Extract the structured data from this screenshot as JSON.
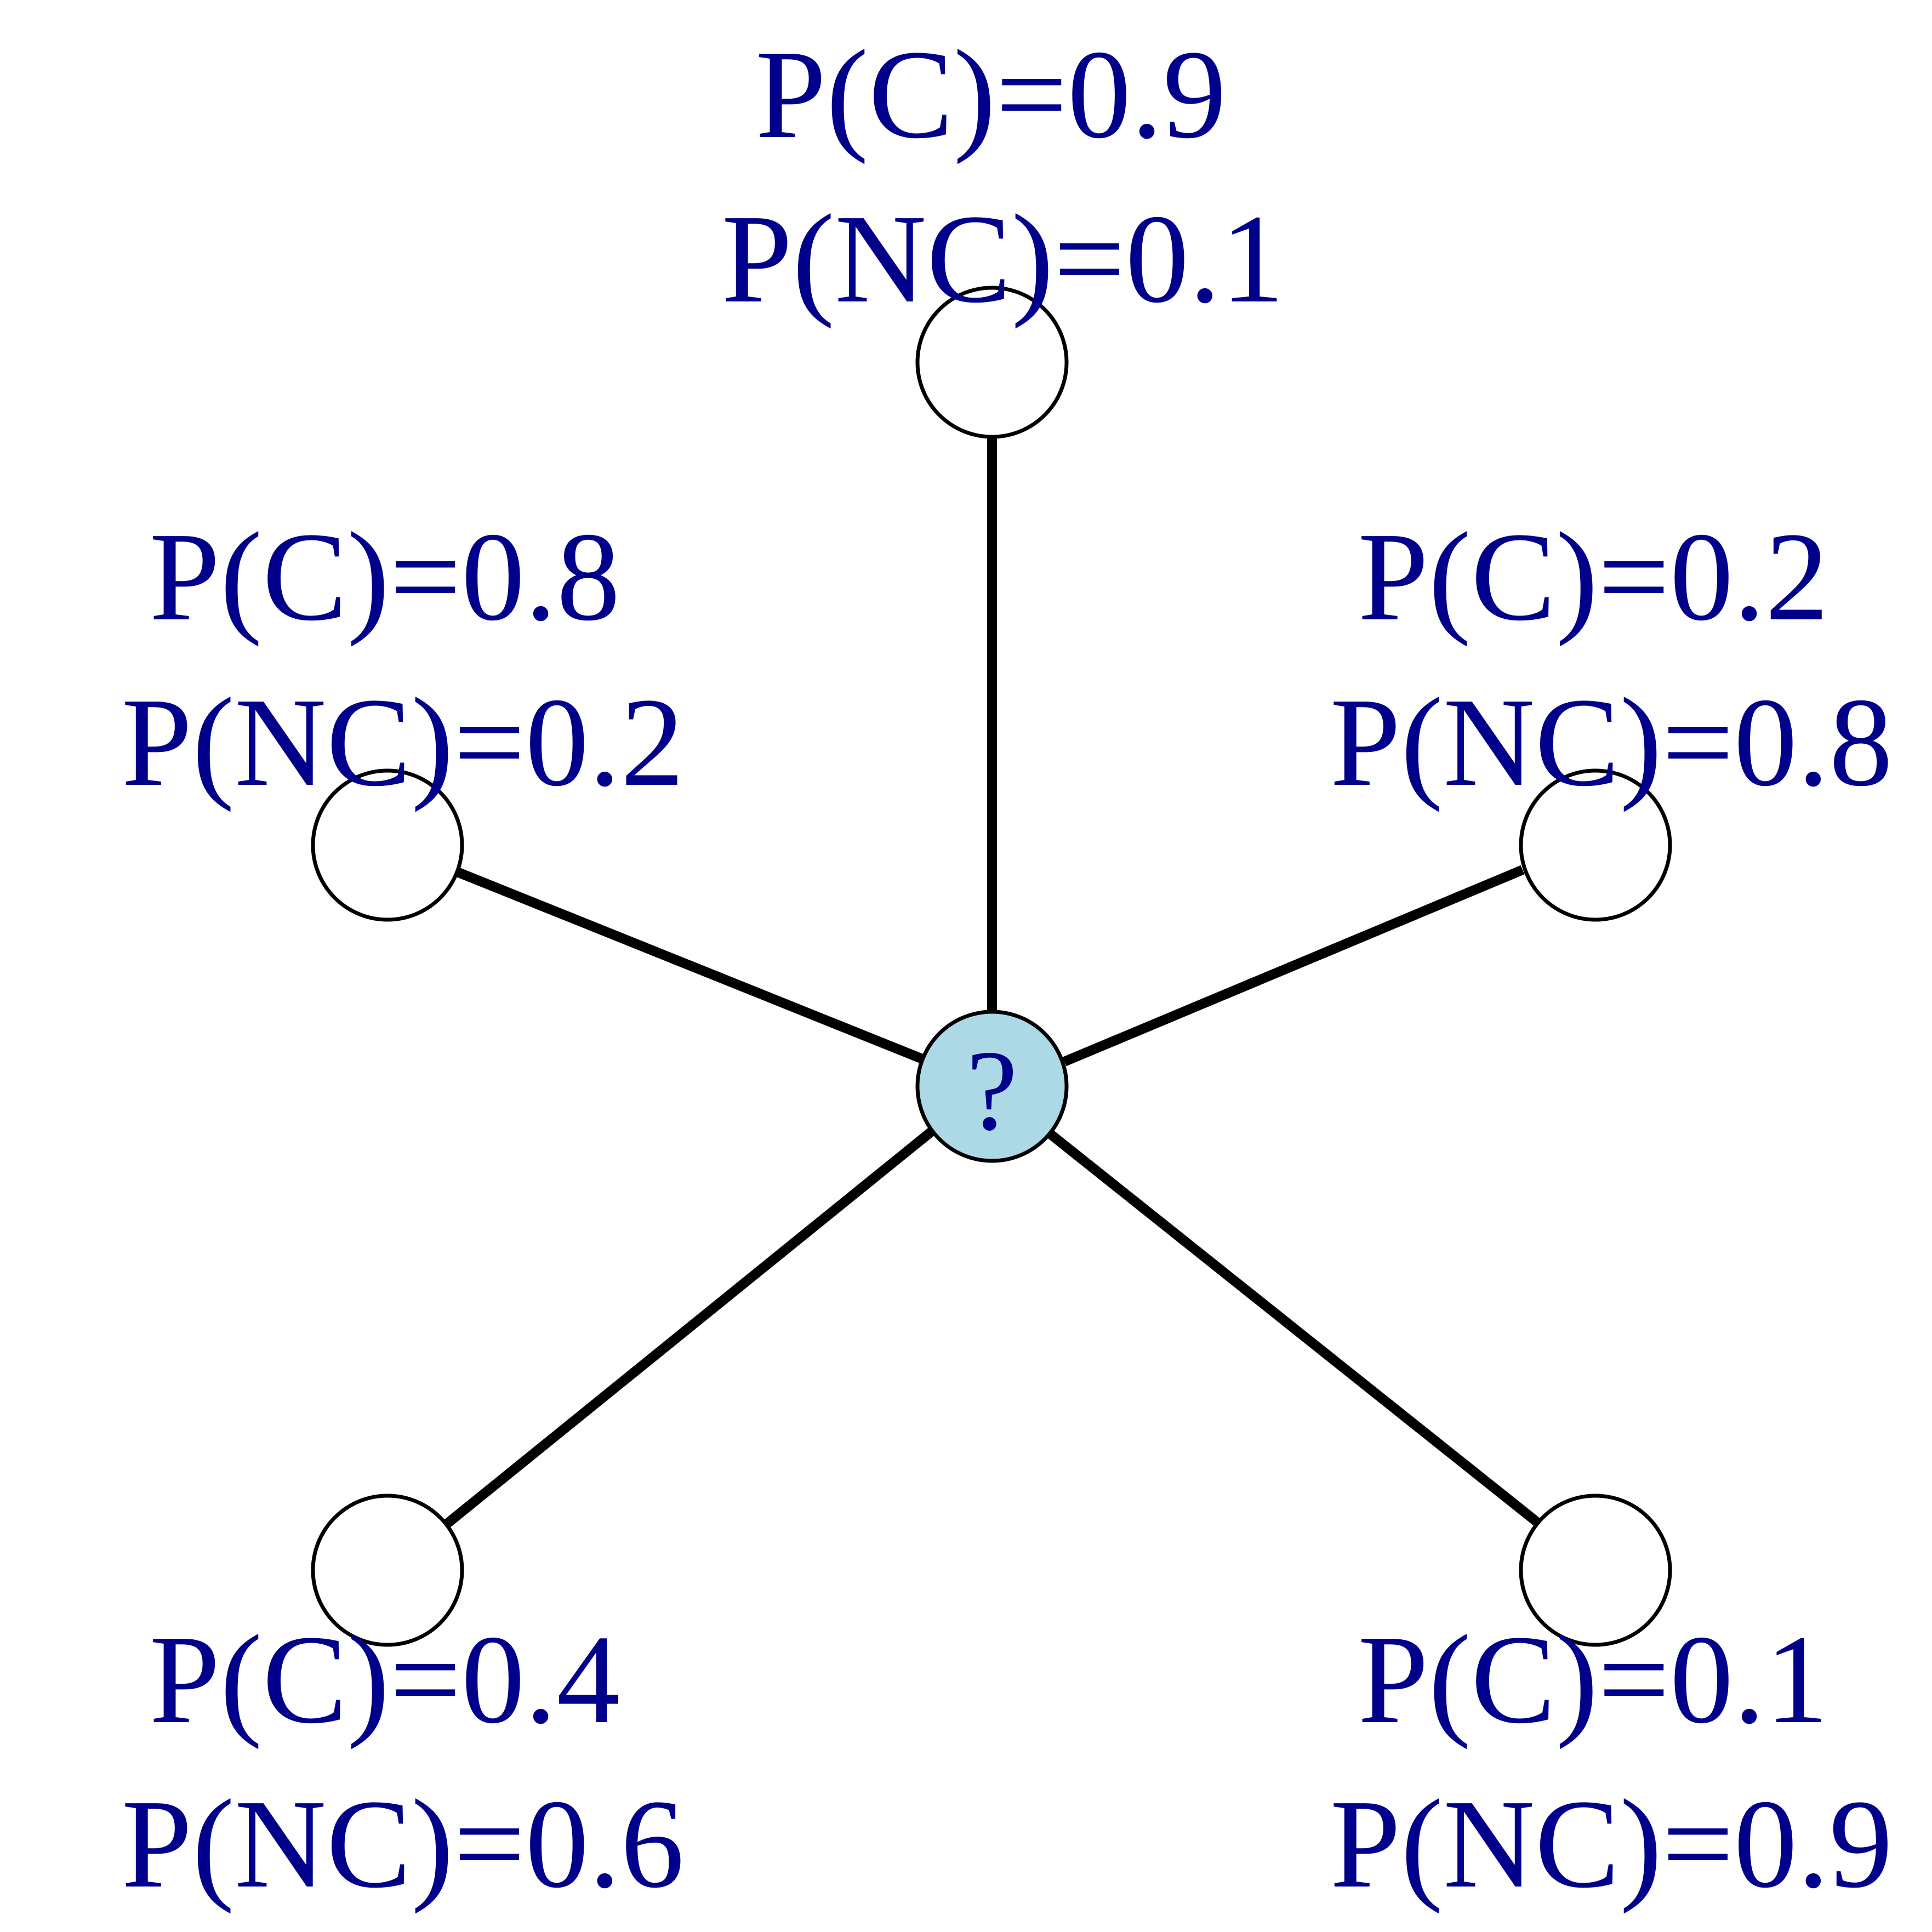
{
  "colors": {
    "label_text": "#00008B",
    "center_fill": "#ADD8E6",
    "node_stroke": "#000000",
    "edge_stroke": "#000000",
    "leaf_fill": "#FFFFFF"
  },
  "center_node": {
    "label": "?"
  },
  "neighbors": [
    {
      "id": "top",
      "p_c": "P(C)=0.9",
      "p_nc": "P(NC)=0.1"
    },
    {
      "id": "upper-left",
      "p_c": "P(C)=0.8",
      "p_nc": "P(NC)=0.2"
    },
    {
      "id": "upper-right",
      "p_c": "P(C)=0.2",
      "p_nc": "P(NC)=0.8"
    },
    {
      "id": "lower-left",
      "p_c": "P(C)=0.4",
      "p_nc": "P(NC)=0.6"
    },
    {
      "id": "lower-right",
      "p_c": "P(C)=0.1",
      "p_nc": "P(NC)=0.9"
    }
  ]
}
